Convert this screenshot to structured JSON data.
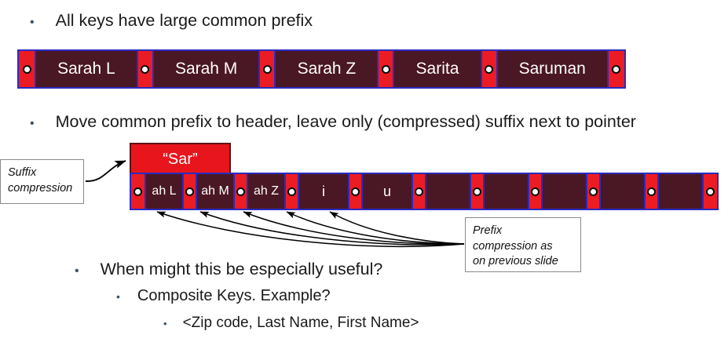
{
  "slide": {
    "background": "#ffffff",
    "colors": {
      "node_fill": "#4a1724",
      "node_border": "#2b2bbf",
      "pointer_fill": "#ec1c24",
      "header_fill": "#e8151d",
      "bullet_dot": "#3c5068",
      "text": "#1a1a1a"
    }
  },
  "bullets": [
    {
      "level": 1,
      "text": "All keys have large common prefix"
    },
    {
      "level": 1,
      "text": "Move common prefix to header, leave only (compressed) suffix next to pointer"
    },
    {
      "level": 1,
      "text": "When might this be especially useful?"
    },
    {
      "level": 2,
      "text": "Composite Keys. Example?"
    },
    {
      "level": 3,
      "text": "<Zip code, Last Name, First Name>"
    }
  ],
  "node_row1": {
    "name": "uncompressed-node",
    "keys": [
      "Sarah L",
      "Sarah M",
      "Sarah Z",
      "Sarita",
      "Saruman"
    ],
    "pointer_count": 6,
    "pointer_icon": "pointer-dot-icon"
  },
  "prefix_header": {
    "label": "“Sar”"
  },
  "node_row2": {
    "name": "compressed-node",
    "keys": [
      "ah L",
      "ah M",
      "ah Z",
      "i",
      "u",
      "",
      "",
      "",
      "",
      ""
    ],
    "pointer_count": 11,
    "pointer_icon": "pointer-dot-icon"
  },
  "callouts": [
    {
      "name": "suffix-compression-callout",
      "lines": [
        "Suffix",
        "compression"
      ]
    },
    {
      "name": "prefix-compression-callout",
      "lines": [
        "Prefix",
        "compression as",
        "on previous slide"
      ]
    }
  ],
  "bullet_glyph": "•"
}
